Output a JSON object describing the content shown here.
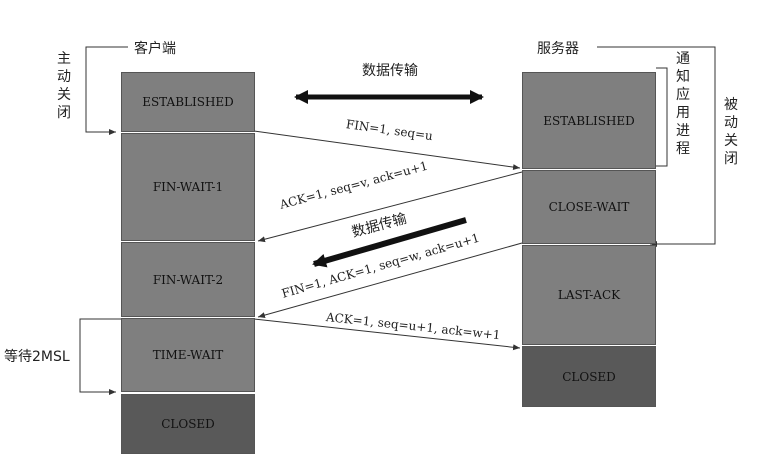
{
  "client": {
    "title": "客户端",
    "active_close": "主动关闭",
    "wait_2msl": "等待2MSL",
    "states": [
      "ESTABLISHED",
      "FIN-WAIT-1",
      "FIN-WAIT-2",
      "TIME-WAIT",
      "CLOSED"
    ]
  },
  "server": {
    "title": "服务器",
    "notify_app": "通知应用进程",
    "passive_close": "被动关闭",
    "states": [
      "ESTABLISHED",
      "CLOSE-WAIT",
      "LAST-ACK",
      "CLOSED"
    ]
  },
  "transfer_top": "数据传输",
  "transfer_mid": "数据传输",
  "messages": {
    "fin1": "FIN=1, seq=u",
    "ack1": "ACK=1, seq=v, ack=u+1",
    "fin2": "FIN=1, ACK=1, seq=w, ack=u+1",
    "ack2": "ACK=1, seq=u+1, ack=w+1"
  },
  "colors": {
    "state_fill": "#7f7f7f",
    "closed_fill": "#595959",
    "line": "#333333"
  }
}
